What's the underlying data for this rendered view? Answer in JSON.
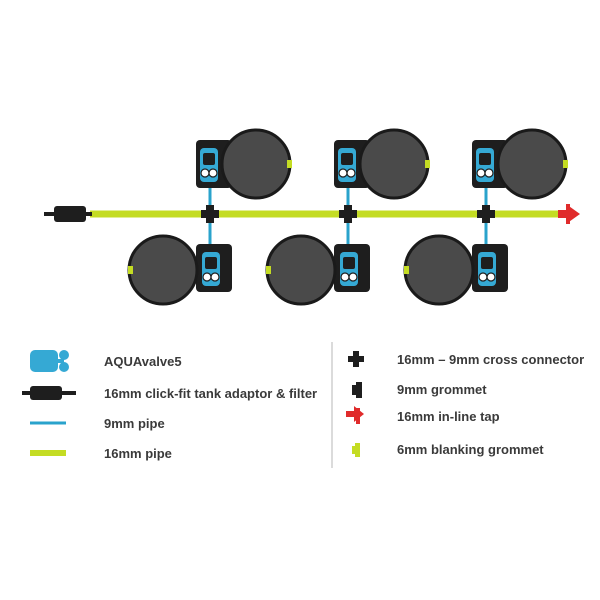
{
  "legend": {
    "left": [
      {
        "label": "AQUAvalve5",
        "icon": "aquavalve-icon"
      },
      {
        "label": "16mm click-fit tank adaptor & filter",
        "icon": "tank-adaptor-filter-icon"
      },
      {
        "label": "9mm pipe",
        "icon": "pipe-9mm-icon"
      },
      {
        "label": "16mm pipe",
        "icon": "pipe-16mm-icon"
      }
    ],
    "right": [
      {
        "label": "16mm – 9mm cross connector",
        "icon": "cross-connector-icon"
      },
      {
        "label": "9mm grommet",
        "icon": "grommet-9mm-icon"
      },
      {
        "label": "16mm in-line tap",
        "icon": "inline-tap-icon"
      },
      {
        "label": "6mm blanking grommet",
        "icon": "blanking-grommet-icon"
      }
    ]
  },
  "colors": {
    "pipe16": "#c4dc23",
    "pipe9": "#2aa3cc",
    "valve": "#35a9d4",
    "pot": "#4a4a4a",
    "box": "#1e1e1e",
    "tap": "#e02b2b",
    "text": "#3a3a3a",
    "divider": "#cfcfcf"
  }
}
